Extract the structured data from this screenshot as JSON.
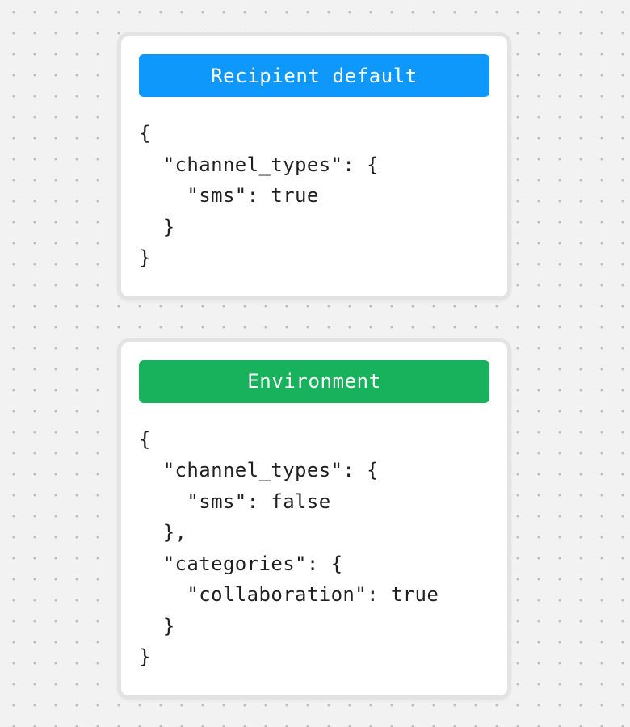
{
  "background": {
    "color": "#f2f2f2",
    "dot_color": "#bdbdbd"
  },
  "cards": [
    {
      "title": "Recipient default",
      "header_color": "#0e98fb",
      "code_lines": [
        "{",
        "  \"channel_types\": {",
        "    \"sms\": true",
        "  }",
        "}"
      ]
    },
    {
      "title": "Environment",
      "header_color": "#18b15c",
      "code_lines": [
        "{",
        "  \"channel_types\": {",
        "    \"sms\": false",
        "  },",
        "  \"categories\": {",
        "    \"collaboration\": true",
        "  }",
        "}"
      ]
    }
  ]
}
